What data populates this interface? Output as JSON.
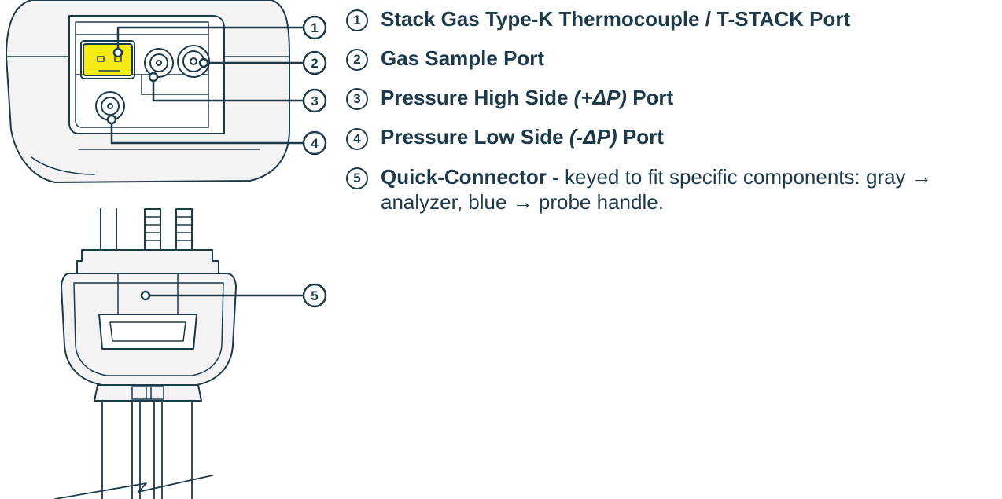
{
  "colors": {
    "ink": "#1d3a4a",
    "fill": "#f3f3f3",
    "accent": "#f5ea14",
    "background": "#ffffff"
  },
  "callouts": [
    {
      "number": "1",
      "label": "Stack Gas Type-K Thermocouple / T-STACK Port"
    },
    {
      "number": "2",
      "label": "Gas Sample Port"
    },
    {
      "number": "3",
      "label_pre": "Pressure High Side ",
      "label_em": "(+ΔP)",
      "label_post": " Port"
    },
    {
      "number": "4",
      "label_pre": "Pressure Low Side ",
      "label_em": "(-ΔP)",
      "label_post": " Port"
    },
    {
      "number": "5",
      "label": "Quick-Connector - ",
      "description": "keyed to fit specific components: gray → analyzer, blue → probe handle."
    }
  ]
}
